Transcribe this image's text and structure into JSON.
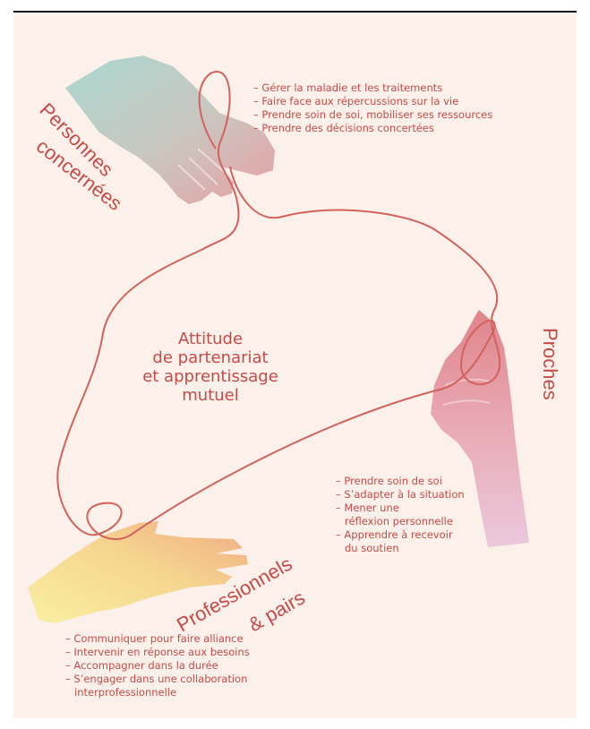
{
  "center": {
    "line1": "Attitude",
    "line2": "de partenariat",
    "line3": "et apprentissage",
    "line4": "mutuel"
  },
  "groups": {
    "personnes": {
      "label_line1": "Personnes",
      "label_line2": "concernées",
      "items": [
        "– Gérer la maladie et les traitements",
        "– Faire face aux répercussions sur la vie",
        "– Prendre soin de soi, mobiliser ses ressources",
        "– Prendre des décisions concertées"
      ]
    },
    "proches": {
      "label": "Proches",
      "items": [
        "– Prendre soin de soi",
        "– S’adapter à la situation",
        "– Mener une",
        "réflexion personnelle",
        "– Apprendre à recevoir",
        "du soutien"
      ]
    },
    "professionnels": {
      "label_line1": "Professionnels",
      "label_line2": "& pairs",
      "items": [
        "– Communiquer pour faire alliance",
        "– Intervenir en réponse aux besoins",
        "– Accompagner dans la durée",
        "– S’engager dans une collaboration",
        "interprofessionnelle"
      ]
    }
  },
  "colors": {
    "text": "#c84a48",
    "thread": "#d2625c",
    "background": "#fbf1ea",
    "hand_teal": "#a9d3ce",
    "hand_pink": "#e6a4ad",
    "hand_yellow": "#f6e48e"
  }
}
